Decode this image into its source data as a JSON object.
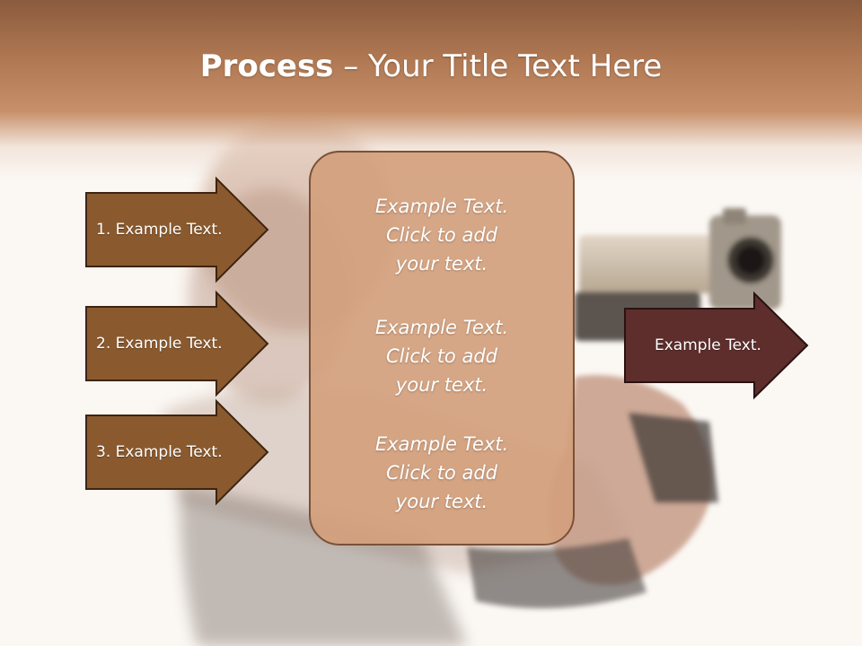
{
  "title": {
    "bold": "Process",
    "rest": " – Your Title Text Here"
  },
  "left_arrows": [
    {
      "label": "1. Example Text."
    },
    {
      "label": "2. Example Text."
    },
    {
      "label": "3. Example Text."
    }
  ],
  "panel": {
    "items": [
      {
        "line1": "Example Text.",
        "line2": "Click  to add",
        "line3": "your text."
      },
      {
        "line1": "Example Text.",
        "line2": "Click  to add",
        "line3": "your text."
      },
      {
        "line1": "Example Text.",
        "line2": "Click  to add",
        "line3": "your text."
      }
    ]
  },
  "right_arrow": {
    "label": "Example Text."
  },
  "colors": {
    "title_band": "#b27a54",
    "left_arrow_fill": "#8a5a2e",
    "panel_fill": "#d2a07d",
    "right_arrow_fill": "#5e2e2c"
  },
  "background_image": "blurred-woman-aiming-handgun"
}
